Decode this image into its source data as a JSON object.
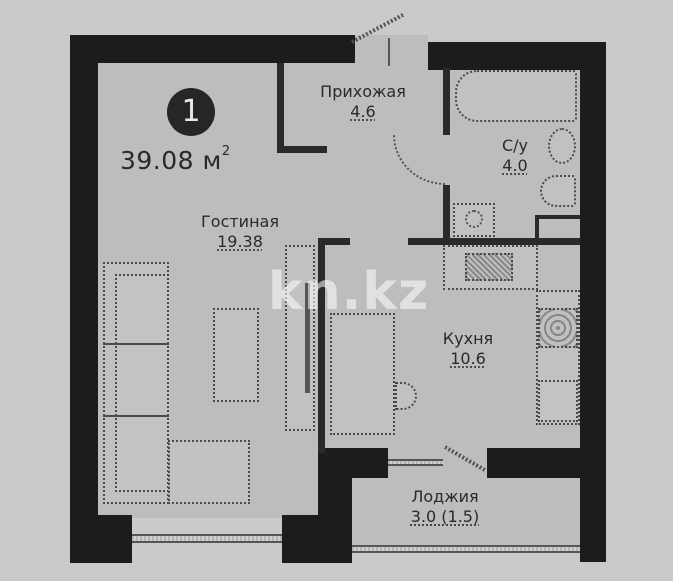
{
  "plan": {
    "unit_number": "1",
    "total_area_value": "39.08",
    "total_area_unit": "м",
    "total_area_exponent": "2",
    "watermark": "kn.kz"
  },
  "rooms": {
    "hallway": {
      "name": "Прихожая",
      "area": "4.6"
    },
    "bathroom": {
      "name": "С/у",
      "area": "4.0"
    },
    "living": {
      "name": "Гостиная",
      "area": "19.38"
    },
    "kitchen": {
      "name": "Кухня",
      "area": "10.6"
    },
    "loggia": {
      "name": "Лоджия",
      "area": "3.0 (1.5)"
    }
  },
  "colors": {
    "wall": "#1c1c1e",
    "floor": "#bdbdbf",
    "background": "#c9cacb",
    "badge": "#262628"
  }
}
